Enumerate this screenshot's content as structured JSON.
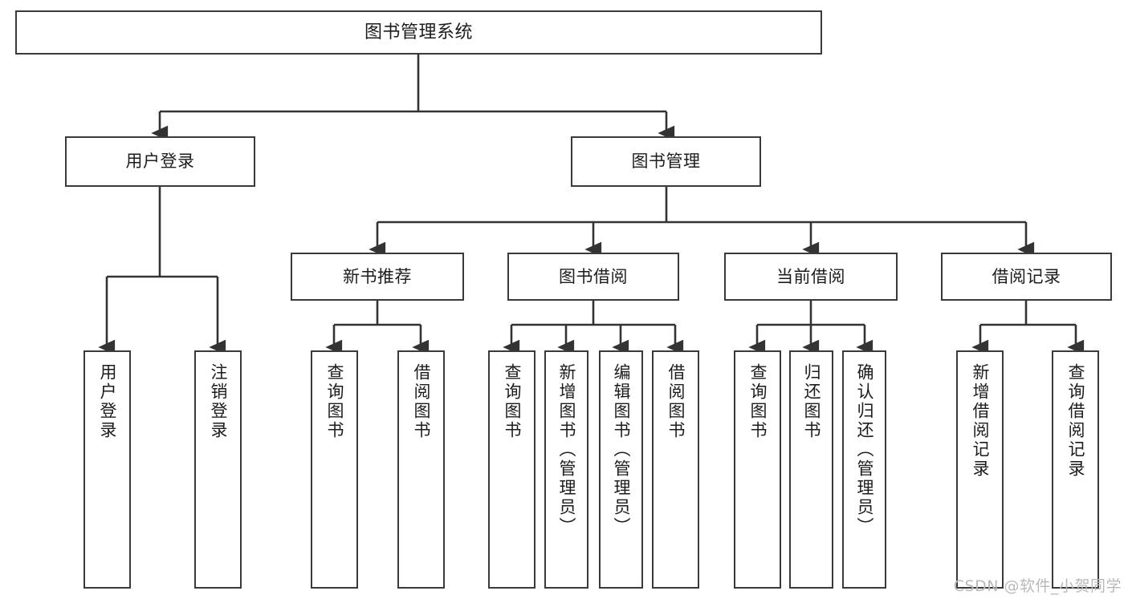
{
  "diagram": {
    "title": "图书管理系统",
    "type": "tree",
    "watermark": "CSDN @软件_小贺同学",
    "colors": {
      "box_border": "#3a3a3a",
      "box_fill": "#ffffff",
      "connector": "#333333",
      "text": "#1c1c1c",
      "watermark": "#b9b9b9",
      "background": "#ffffff"
    },
    "root": {
      "label": "图书管理系统"
    },
    "level2": [
      {
        "id": "user-login",
        "label": "用户登录"
      },
      {
        "id": "book-manage",
        "label": "图书管理"
      }
    ],
    "level3": [
      {
        "id": "new-book-rec",
        "label": "新书推荐",
        "parent": "book-manage"
      },
      {
        "id": "book-borrow",
        "label": "图书借阅",
        "parent": "book-manage"
      },
      {
        "id": "current-borrow",
        "label": "当前借阅",
        "parent": "book-manage"
      },
      {
        "id": "borrow-record",
        "label": "借阅记录",
        "parent": "book-manage"
      }
    ],
    "leaves": [
      {
        "id": "leaf-user-login",
        "label": "用户登录",
        "parent": "user-login"
      },
      {
        "id": "leaf-user-logout",
        "label": "注销登录",
        "parent": "user-login"
      },
      {
        "id": "leaf-rec-query-book",
        "label": "查询图书",
        "parent": "new-book-rec"
      },
      {
        "id": "leaf-rec-borrow-book",
        "label": "借阅图书",
        "parent": "new-book-rec"
      },
      {
        "id": "leaf-borrow-query-book",
        "label": "查询图书",
        "parent": "book-borrow"
      },
      {
        "id": "leaf-borrow-add-book",
        "label": "新增图书（管理员）",
        "parent": "book-borrow"
      },
      {
        "id": "leaf-borrow-edit-book",
        "label": "编辑图书（管理员）",
        "parent": "book-borrow"
      },
      {
        "id": "leaf-borrow-borrow-book",
        "label": "借阅图书",
        "parent": "book-borrow"
      },
      {
        "id": "leaf-cur-query-book",
        "label": "查询图书",
        "parent": "current-borrow"
      },
      {
        "id": "leaf-cur-return-book",
        "label": "归还图书",
        "parent": "current-borrow"
      },
      {
        "id": "leaf-cur-confirm-return",
        "label": "确认归还（管理员）",
        "parent": "current-borrow"
      },
      {
        "id": "leaf-rec-add-record",
        "label": "新增借阅记录",
        "parent": "borrow-record"
      },
      {
        "id": "leaf-rec-query-record",
        "label": "查询借阅记录",
        "parent": "borrow-record"
      }
    ]
  }
}
